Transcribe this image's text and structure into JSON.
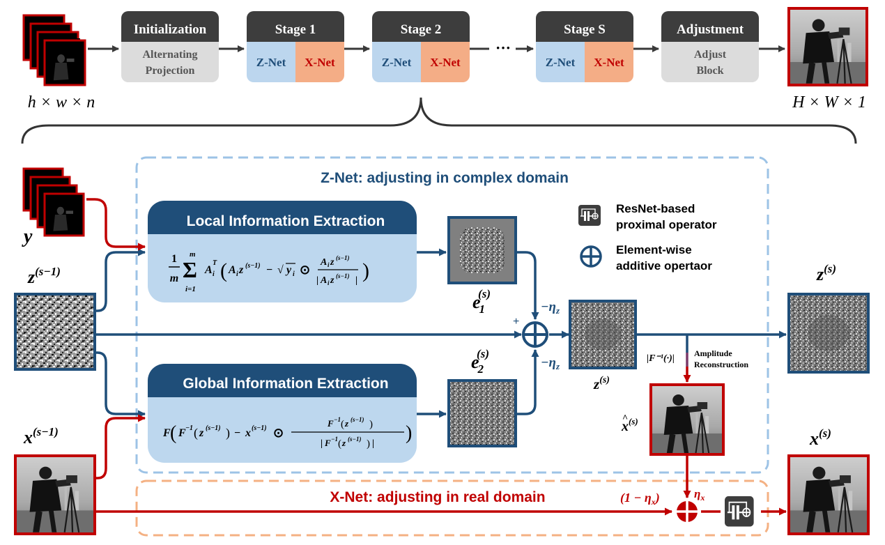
{
  "colors": {
    "dark_header": "#3d3d3d",
    "light_gray": "#dcdcdc",
    "z_blue": "#bcd6ee",
    "x_orange": "#f4ad86",
    "navy": "#1f4e79",
    "red": "#c00000",
    "dash_blue": "#9dc3e6",
    "dash_orange": "#f4b183"
  },
  "pipeline": {
    "input_label": "h × w × n",
    "output_label": "H × W × 1",
    "dots": "···",
    "init": {
      "title": "Initialization",
      "line1": "Alternating",
      "line2": "Projection"
    },
    "stage1": {
      "title": "Stage 1",
      "z": "Z-Net",
      "x": "X-Net"
    },
    "stage2": {
      "title": "Stage 2",
      "z": "Z-Net",
      "x": "X-Net"
    },
    "stageS": {
      "title": "Stage S",
      "z": "Z-Net",
      "x": "X-Net"
    },
    "adjust": {
      "title": "Adjustment",
      "line1": "Adjust",
      "line2": "Block"
    }
  },
  "detail": {
    "znet_title": "Z-Net: adjusting in complex domain",
    "xnet_title": "X-Net: adjusting in real domain",
    "local_title": "Local Information Extraction",
    "global_title": "Global Information Extraction",
    "legend_resnet_1": "ResNet-based",
    "legend_resnet_2": "proximal operator",
    "legend_add_1": "Element-wise",
    "legend_add_2": "additive opertaor",
    "amp_1": "Amplitude",
    "amp_2": "Reconstruction",
    "plus": "+",
    "neg_eta_z_top": "−η",
    "neg_eta_z_bot": "−η",
    "eta_sub": "z",
    "eta_x": "η",
    "eta_x_sub": "x",
    "one_minus_eta": "(1 − η",
    "one_minus_eta_sub": "x",
    "one_minus_eta_close": ")",
    "y_label": "y",
    "z_prev": "z",
    "x_prev": "x",
    "sup_prev": "(s−1)",
    "sup_s": "(s)",
    "e1": "e",
    "e1_sub": "1",
    "e2": "e",
    "e2_sub": "2",
    "inv_fourier": "|F⁻¹(·)|",
    "formula_local": "1/m Σ Aᵢᵀ( Aᵢz⁽ˢ⁻¹⁾ − √yᵢ ⊙ Aᵢz⁽ˢ⁻¹⁾ / |Aᵢz⁽ˢ⁻¹⁾| )",
    "formula_global": "F( F⁻¹(z⁽ˢ⁻¹⁾) − x⁽ˢ⁻¹⁾ ⊙ F⁻¹(z⁽ˢ⁻¹⁾) / |F⁻¹(z⁽ˢ⁻¹⁾)| )"
  }
}
